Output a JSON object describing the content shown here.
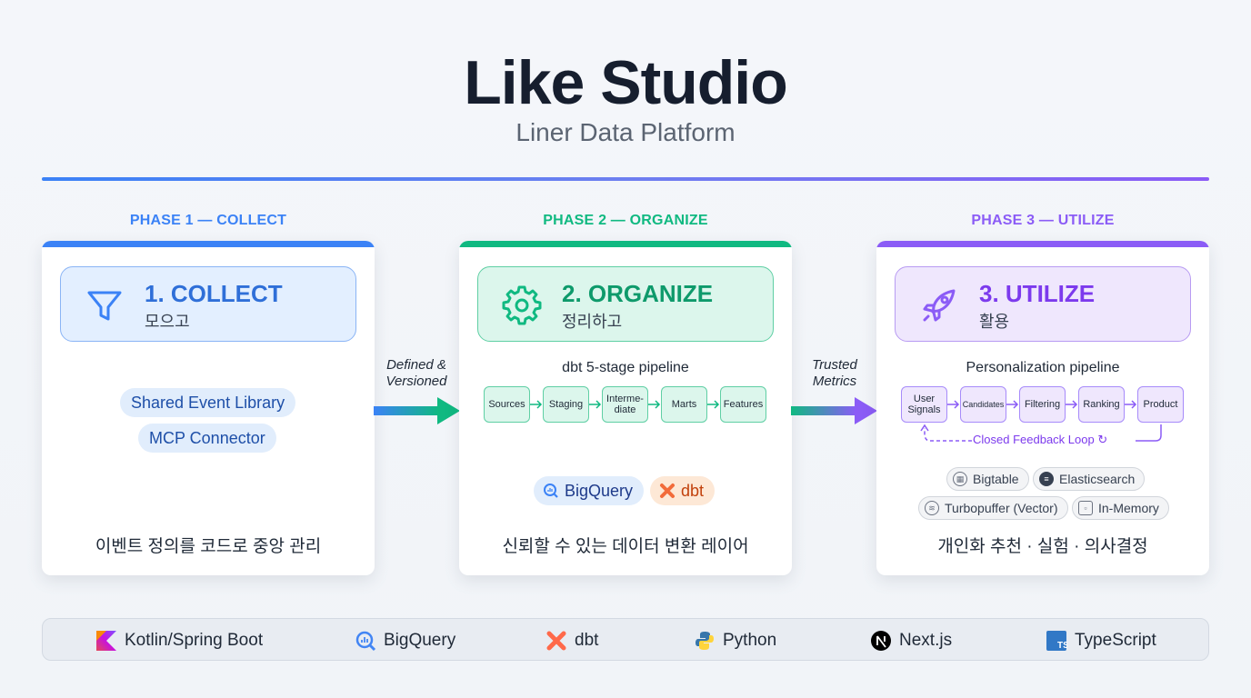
{
  "header": {
    "title": "Like Studio",
    "subtitle": "Liner Data Platform"
  },
  "colors": {
    "collect": "#3b82f6",
    "organize": "#10b981",
    "utilize": "#8b5cf6"
  },
  "phases": [
    {
      "label": "PHASE 1 — COLLECT",
      "title": "1. COLLECT",
      "subtitle": "모으고",
      "icon": "filter-icon",
      "pills": [
        "Shared Event Library",
        "MCP Connector"
      ],
      "caption": "이벤트 정의를 코드로 중앙 관리"
    },
    {
      "label": "PHASE 2 — ORGANIZE",
      "title": "2. ORGANIZE",
      "subtitle": "정리하고",
      "icon": "gear-icon",
      "pipeline_title": "dbt 5-stage pipeline",
      "stages": [
        "Sources",
        "Staging",
        "Interme-\ndiate",
        "Marts",
        "Features"
      ],
      "tech": [
        "BigQuery",
        "dbt"
      ],
      "caption": "신뢰할 수 있는 데이터 변환 레이어"
    },
    {
      "label": "PHASE 3 — UTILIZE",
      "title": "3. UTILIZE",
      "subtitle": "활용",
      "icon": "rocket-icon",
      "pipeline_title": "Personalization pipeline",
      "stages": [
        "User\nSignals",
        "Candidates",
        "Filtering",
        "Ranking",
        "Product"
      ],
      "feedback": "Closed Feedback Loop",
      "tech": [
        "Bigtable",
        "Elasticsearch",
        "Turbopuffer (Vector)",
        "In-Memory"
      ],
      "caption": "개인화 추천 · 실험 · 의사결정"
    }
  ],
  "connectors": [
    {
      "label": "Defined &\nVersioned"
    },
    {
      "label": "Trusted\nMetrics"
    }
  ],
  "footer": {
    "items": [
      "Kotlin/Spring Boot",
      "BigQuery",
      "dbt",
      "Python",
      "Next.js",
      "TypeScript"
    ]
  }
}
